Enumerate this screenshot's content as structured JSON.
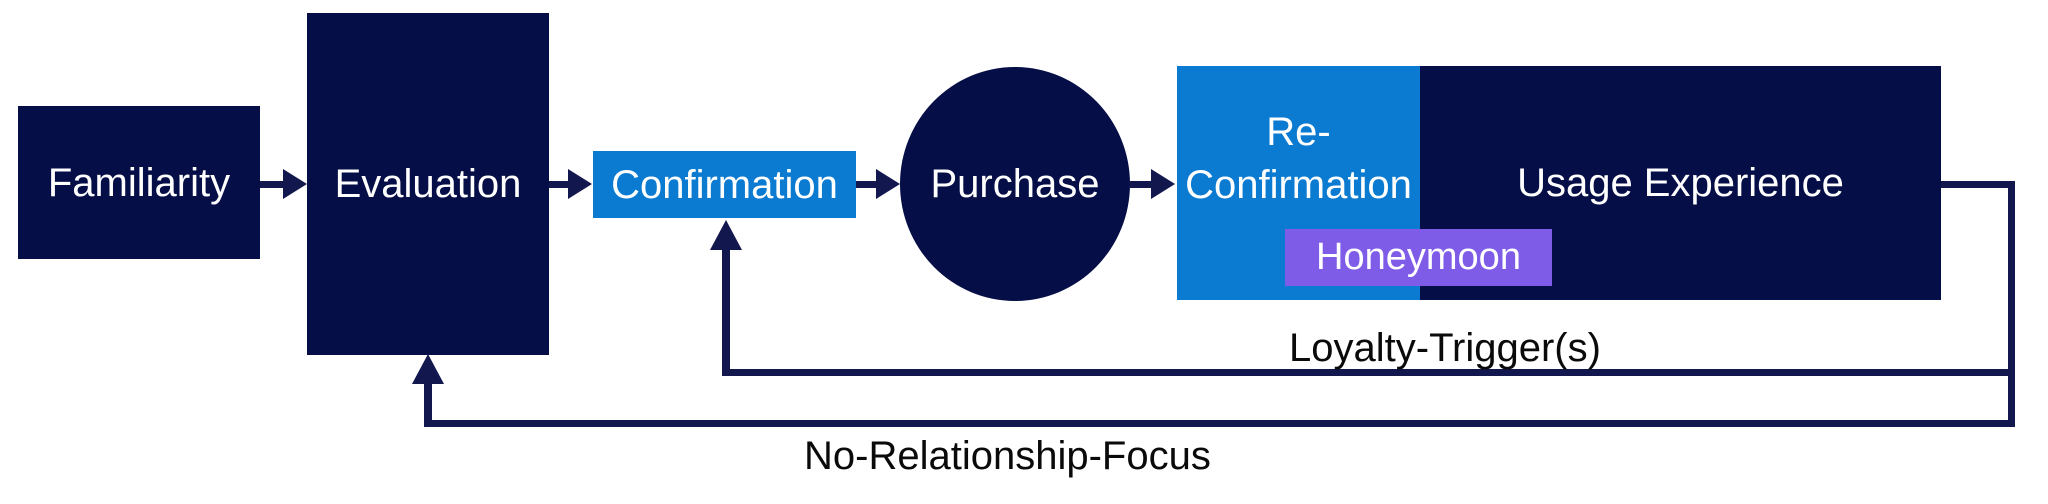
{
  "diagram": {
    "title": "customer-journey-loyalty-flow",
    "nodes": {
      "familiarity": {
        "label": "Familiarity"
      },
      "evaluation": {
        "label": "Evaluation"
      },
      "confirmation": {
        "label": "Confirmation"
      },
      "purchase": {
        "label": "Purchase"
      },
      "reconfirmation": {
        "label": "Re-Confirmation"
      },
      "usage_experience": {
        "label": "Usage Experience"
      },
      "honeymoon": {
        "label": "Honeymoon"
      }
    },
    "edges": {
      "loyalty_trigger": {
        "label": "Loyalty-Trigger(s)"
      },
      "no_relationship_focus": {
        "label": "No-Relationship-Focus"
      }
    },
    "colors": {
      "node_navy": "#050E46",
      "node_azure": "#0B7AD1",
      "node_purple": "#7F5CE8",
      "line_navy": "#12174D",
      "node_text": "#FFFFFF",
      "edge_label_text": "#0A0A0A",
      "background": "#FFFFFF"
    }
  }
}
